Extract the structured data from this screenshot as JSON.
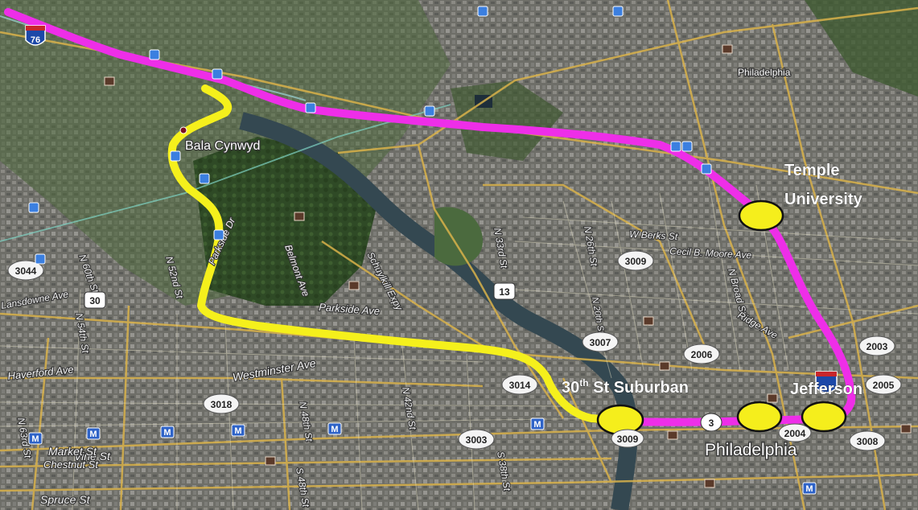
{
  "stations": {
    "temple": {
      "line1": "Temple",
      "line2": "University"
    },
    "suburban": {
      "main": "30",
      "sup": "th",
      "rest": " St Suburban"
    },
    "jefferson": "Jefferson"
  },
  "places": {
    "bala_cynwyd": "Bala Cynwyd",
    "philadelphia": "Philadelphia",
    "philadelphia_small": "Philadelphia"
  },
  "streets": {
    "w_berks": "W Berks St",
    "cecil_b_moore": "Cecil B. Moore Ave",
    "n_broad": "N Broad St",
    "ridge": "Ridge Ave",
    "parkside": "Parkside Ave",
    "westminster": "Westminster Ave",
    "haverford": "Haverford Ave",
    "vine": "Vine St",
    "market": "Market St",
    "chestnut": "Chestnut St",
    "spruce": "Spruce St",
    "lansdowne": "Lansdowne Ave",
    "n_63rd": "N 63rd St",
    "n_52nd": "N 52nd St",
    "n_42nd": "N 42nd St",
    "n_48th": "N 48th St",
    "s_48th": "S 48th St",
    "s_38th": "S 38th St",
    "n_33rd": "N 33rd St",
    "n_26th": "N 26th St",
    "n_20th": "N 20th St",
    "belmont": "Belmont Ave",
    "parkside_dr": "Parkside Dr",
    "schuylkill": "Schuylkill Expy",
    "n_54th": "N 54th St",
    "n_60th": "N 60th St"
  },
  "shields": {
    "i76": "76",
    "r30": "30",
    "r13": "13",
    "r3": "3",
    "s3044": "3044",
    "s3009": "3009",
    "s3007": "3007",
    "s2006": "2006",
    "s2003": "2003",
    "s2005": "2005",
    "s3014": "3014",
    "s3018": "3018",
    "s3003": "3003",
    "s3008": "3008",
    "s2004": "2004",
    "s3009b": "3009"
  },
  "colors": {
    "magenta_route": "#ee2ee8",
    "yellow_route": "#f5f01c",
    "station_fill": "#f5ee1c",
    "road": "#d9b24a",
    "river": "#3a4d55"
  }
}
